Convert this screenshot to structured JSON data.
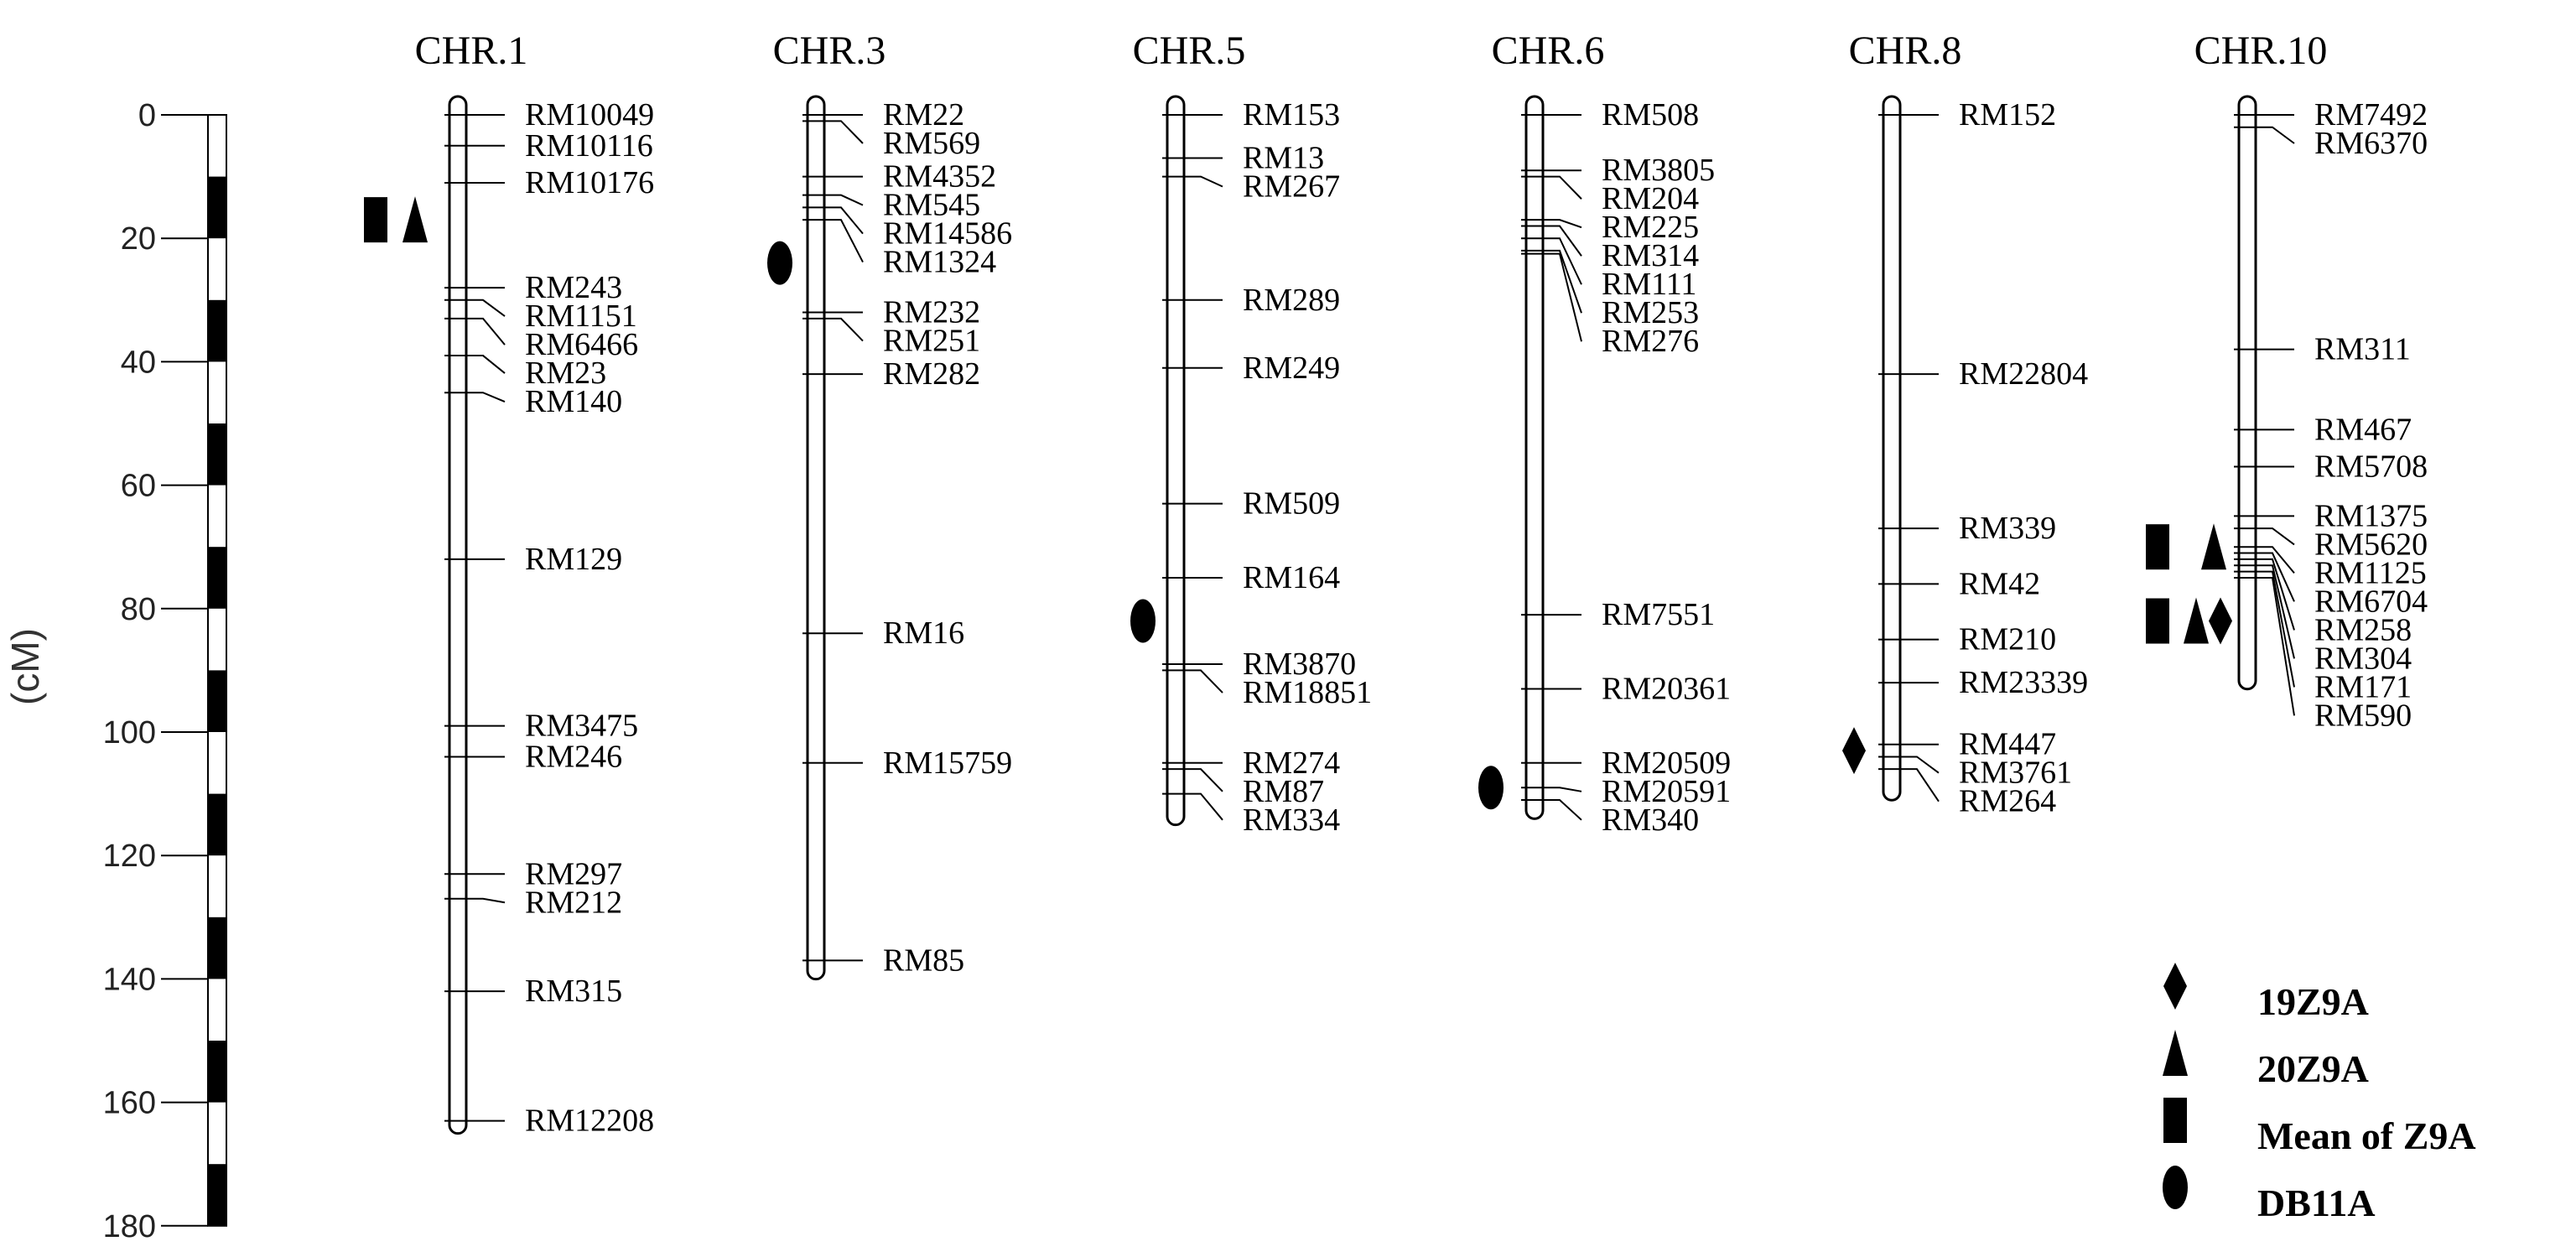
{
  "scale": {
    "unit_label": "(cM)",
    "ticks": [
      "0",
      "20",
      "40",
      "60",
      "80",
      "100",
      "120",
      "140",
      "160",
      "180"
    ]
  },
  "chromosomes": [
    {
      "name": "CHR.1",
      "length": 163,
      "markers": [
        {
          "name": "RM10049",
          "pos": 0
        },
        {
          "name": "RM10116",
          "pos": 5
        },
        {
          "name": "RM10176",
          "pos": 11
        },
        {
          "name": "RM243",
          "pos": 28
        },
        {
          "name": "RM1151",
          "pos": 30
        },
        {
          "name": "RM6466",
          "pos": 33
        },
        {
          "name": "RM23",
          "pos": 39
        },
        {
          "name": "RM140",
          "pos": 45
        },
        {
          "name": "RM129",
          "pos": 72
        },
        {
          "name": "RM3475",
          "pos": 99
        },
        {
          "name": "RM246",
          "pos": 104
        },
        {
          "name": "RM297",
          "pos": 123
        },
        {
          "name": "RM212",
          "pos": 127
        },
        {
          "name": "RM315",
          "pos": 142
        },
        {
          "name": "RM12208",
          "pos": 163
        }
      ],
      "qtls": [
        {
          "shapes": [
            "square",
            "triangle"
          ],
          "pos": 17
        }
      ]
    },
    {
      "name": "CHR.3",
      "length": 138,
      "markers": [
        {
          "name": "RM22",
          "pos": 0
        },
        {
          "name": "RM569",
          "pos": 1
        },
        {
          "name": "RM4352",
          "pos": 10
        },
        {
          "name": "RM545",
          "pos": 13
        },
        {
          "name": "RM14586",
          "pos": 15
        },
        {
          "name": "RM1324",
          "pos": 17
        },
        {
          "name": "RM232",
          "pos": 32
        },
        {
          "name": "RM251",
          "pos": 33
        },
        {
          "name": "RM282",
          "pos": 42
        },
        {
          "name": "RM16",
          "pos": 84
        },
        {
          "name": "RM15759",
          "pos": 105
        },
        {
          "name": "RM85",
          "pos": 137
        }
      ],
      "qtls": [
        {
          "shapes": [
            "ellipse"
          ],
          "pos": 24
        }
      ]
    },
    {
      "name": "CHR.5",
      "length": 113,
      "markers": [
        {
          "name": "RM153",
          "pos": 0
        },
        {
          "name": "RM13",
          "pos": 7
        },
        {
          "name": "RM267",
          "pos": 10
        },
        {
          "name": "RM289",
          "pos": 30
        },
        {
          "name": "RM249",
          "pos": 41
        },
        {
          "name": "RM509",
          "pos": 63
        },
        {
          "name": "RM164",
          "pos": 75
        },
        {
          "name": "RM3870",
          "pos": 89
        },
        {
          "name": "RM18851",
          "pos": 90
        },
        {
          "name": "RM274",
          "pos": 105
        },
        {
          "name": "RM87",
          "pos": 106
        },
        {
          "name": "RM334",
          "pos": 110
        }
      ],
      "qtls": [
        {
          "shapes": [
            "ellipse"
          ],
          "pos": 82
        }
      ]
    },
    {
      "name": "CHR.6",
      "length": 112,
      "markers": [
        {
          "name": "RM508",
          "pos": 0
        },
        {
          "name": "RM3805",
          "pos": 9
        },
        {
          "name": "RM204",
          "pos": 10
        },
        {
          "name": "RM225",
          "pos": 17
        },
        {
          "name": "RM314",
          "pos": 18
        },
        {
          "name": "RM111",
          "pos": 20
        },
        {
          "name": "RM253",
          "pos": 22
        },
        {
          "name": "RM276",
          "pos": 22.5
        },
        {
          "name": "RM7551",
          "pos": 81
        },
        {
          "name": "RM20361",
          "pos": 93
        },
        {
          "name": "RM20509",
          "pos": 105
        },
        {
          "name": "RM20591",
          "pos": 109
        },
        {
          "name": "RM340",
          "pos": 111
        }
      ],
      "qtls": [
        {
          "shapes": [
            "ellipse"
          ],
          "pos": 109
        }
      ]
    },
    {
      "name": "CHR.8",
      "length": 109,
      "markers": [
        {
          "name": "RM152",
          "pos": 0
        },
        {
          "name": "RM22804",
          "pos": 42
        },
        {
          "name": "RM339",
          "pos": 67
        },
        {
          "name": "RM42",
          "pos": 76
        },
        {
          "name": "RM210",
          "pos": 85
        },
        {
          "name": "RM23339",
          "pos": 92
        },
        {
          "name": "RM447",
          "pos": 102
        },
        {
          "name": "RM3761",
          "pos": 104
        },
        {
          "name": "RM264",
          "pos": 106
        }
      ],
      "qtls": [
        {
          "shapes": [
            "diamond"
          ],
          "pos": 103
        }
      ]
    },
    {
      "name": "CHR.10",
      "length": 91,
      "markers": [
        {
          "name": "RM7492",
          "pos": 0
        },
        {
          "name": "RM6370",
          "pos": 2
        },
        {
          "name": "RM311",
          "pos": 38
        },
        {
          "name": "RM467",
          "pos": 51
        },
        {
          "name": "RM5708",
          "pos": 57
        },
        {
          "name": "RM1375",
          "pos": 65
        },
        {
          "name": "RM5620",
          "pos": 67
        },
        {
          "name": "RM1125",
          "pos": 70
        },
        {
          "name": "RM6704",
          "pos": 71
        },
        {
          "name": "RM258",
          "pos": 72
        },
        {
          "name": "RM304",
          "pos": 73
        },
        {
          "name": "RM171",
          "pos": 74
        },
        {
          "name": "RM590",
          "pos": 75
        }
      ],
      "qtls": [
        {
          "shapes": [
            "square",
            "triangle"
          ],
          "pos": 70
        },
        {
          "shapes": [
            "square",
            "triangle",
            "diamond"
          ],
          "pos": 82
        }
      ]
    }
  ],
  "legend": [
    {
      "shape": "diamond",
      "label": "19Z9A"
    },
    {
      "shape": "triangle",
      "label": "20Z9A"
    },
    {
      "shape": "square",
      "label": "Mean  of Z9A"
    },
    {
      "shape": "ellipse",
      "label": "DB11A"
    }
  ]
}
